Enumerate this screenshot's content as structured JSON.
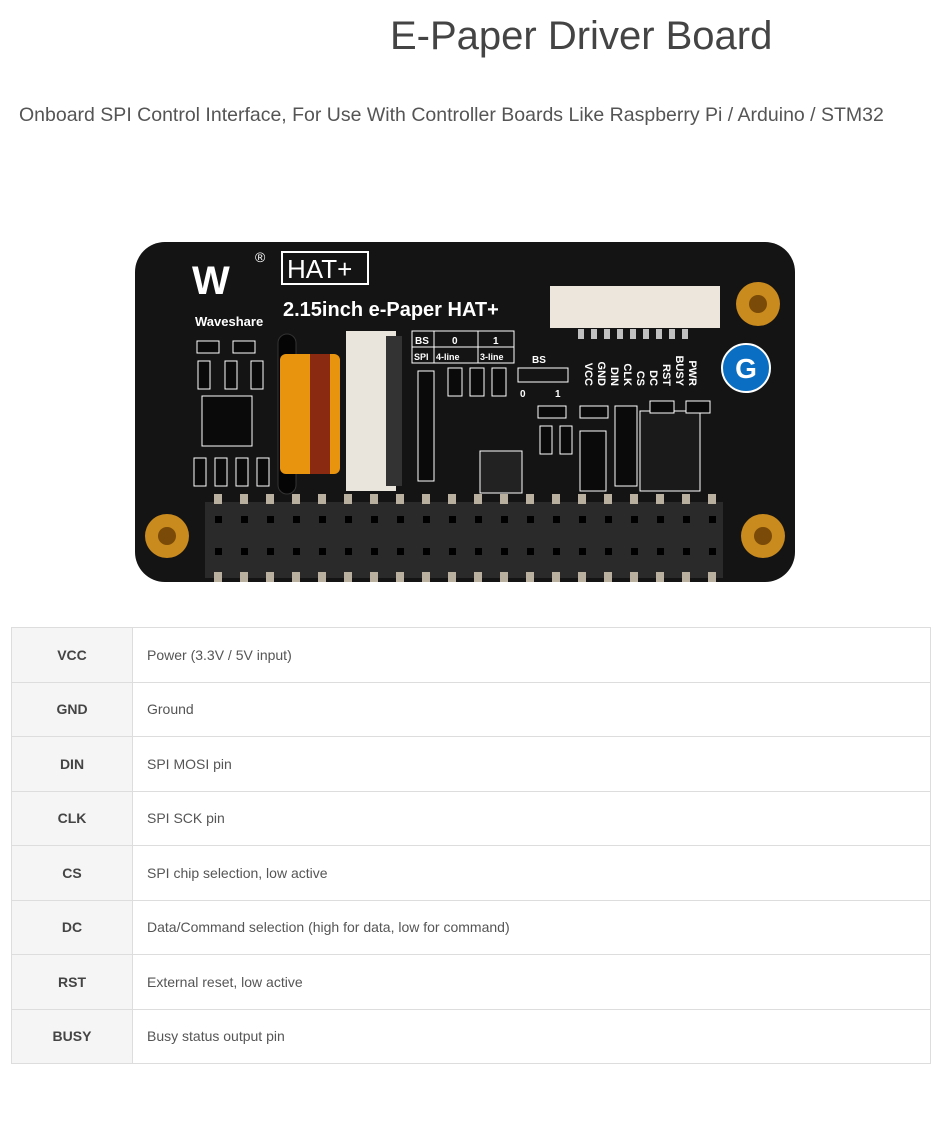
{
  "header": {
    "title": "E-Paper Driver Board",
    "subtitle": "Onboard SPI Control Interface, For Use With Controller Boards Like Raspberry Pi / Arduino / STM32"
  },
  "board": {
    "brand": "Waveshare",
    "hat_badge": "HAT+",
    "model": "2.15inch e-Paper HAT+",
    "bs_table": {
      "bs": "BS",
      "zero": "0",
      "one": "1",
      "spi": "SPI",
      "four_line": "4-line",
      "three_line": "3-line"
    },
    "bs_switch": {
      "label": "BS",
      "zero": "0",
      "one": "1"
    },
    "connector_pins": [
      "VCC",
      "GND",
      "DIN",
      "CLK",
      "CS",
      "DC",
      "RST",
      "BUSY",
      "PWR"
    ],
    "g_badge": "G",
    "colors": {
      "pcb": "#141414",
      "brass": "#c98a1e",
      "badge": "#0a6fc2",
      "ribbon": "#e8940f"
    }
  },
  "pins": [
    {
      "name": "VCC",
      "description": "Power (3.3V / 5V input)"
    },
    {
      "name": "GND",
      "description": "Ground"
    },
    {
      "name": "DIN",
      "description": "SPI MOSI pin"
    },
    {
      "name": "CLK",
      "description": "SPI SCK pin"
    },
    {
      "name": "CS",
      "description": "SPI chip selection, low active"
    },
    {
      "name": "DC",
      "description": "Data/Command selection (high for data, low for command)"
    },
    {
      "name": "RST",
      "description": "External reset, low active"
    },
    {
      "name": "BUSY",
      "description": "Busy status output pin"
    }
  ]
}
